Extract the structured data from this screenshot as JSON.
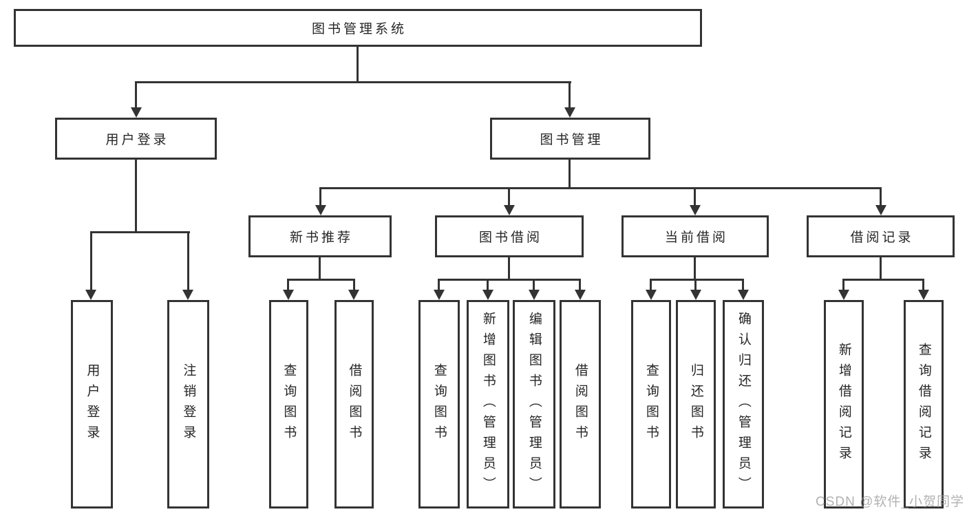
{
  "diagram": {
    "type": "tree",
    "title": "图书管理系统",
    "root": {
      "label": "图书管理系统",
      "children": [
        {
          "label": "用户登录",
          "children": [
            {
              "label": "用户登录"
            },
            {
              "label": "注销登录"
            }
          ]
        },
        {
          "label": "图书管理",
          "children": [
            {
              "label": "新书推荐",
              "children": [
                {
                  "label": "查询图书"
                },
                {
                  "label": "借阅图书"
                }
              ]
            },
            {
              "label": "图书借阅",
              "children": [
                {
                  "label": "查询图书"
                },
                {
                  "label": "新增图书（管理员）"
                },
                {
                  "label": "编辑图书（管理员）"
                },
                {
                  "label": "借阅图书"
                }
              ]
            },
            {
              "label": "当前借阅",
              "children": [
                {
                  "label": "查询图书"
                },
                {
                  "label": "归还图书"
                },
                {
                  "label": "确认归还（管理员）"
                }
              ]
            },
            {
              "label": "借阅记录",
              "children": [
                {
                  "label": "新增借阅记录"
                },
                {
                  "label": "查询借阅记录"
                }
              ]
            }
          ]
        }
      ]
    }
  },
  "watermark": {
    "text": "CSDN @软件_小贺同学"
  },
  "colors": {
    "line": "#333333",
    "text": "#262626",
    "background": "#ffffff",
    "watermark": "#9e9e9e"
  }
}
